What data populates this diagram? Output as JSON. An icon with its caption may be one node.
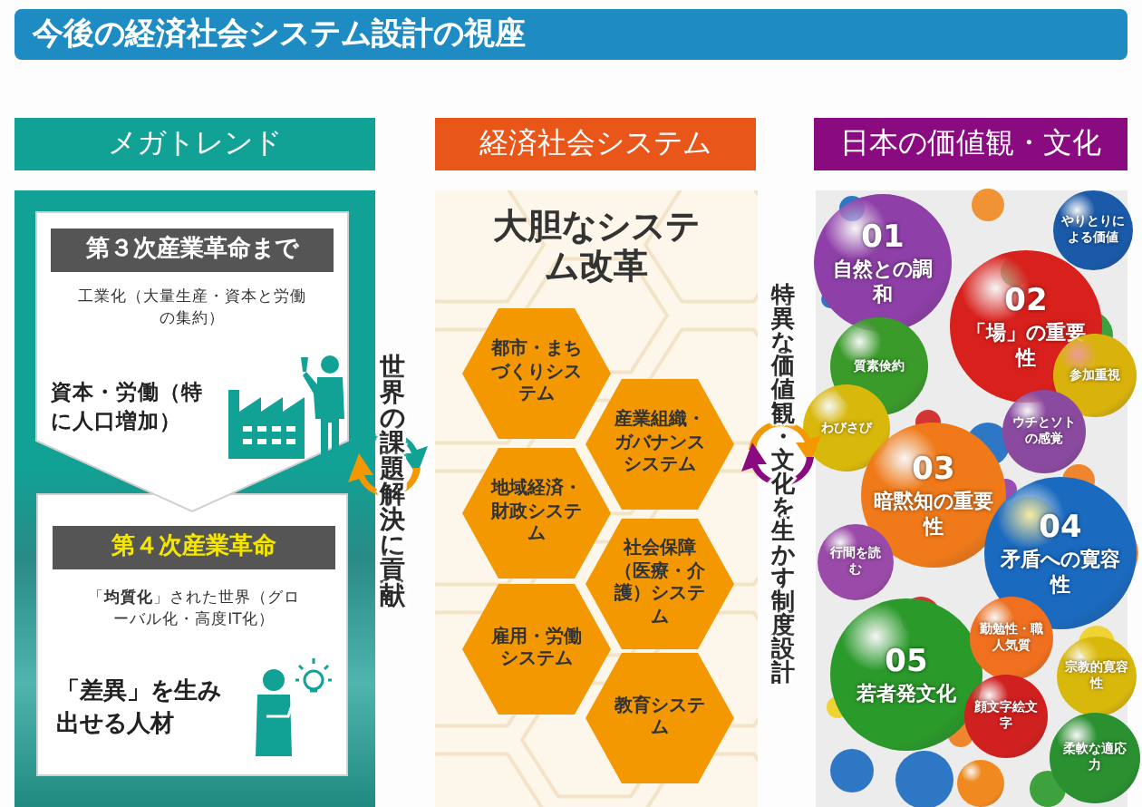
{
  "diagram": {
    "title": "今後の経済社会システム設計の視座",
    "nodes": [
      {
        "text": [
          "メガトレンド"
        ]
      },
      {
        "text": [
          "経済社会システム"
        ]
      },
      {
        "text": [
          "日本の価値観・文化"
        ]
      },
      {
        "text": [],
        "shape": "box"
      },
      {
        "text": [
          "第３次産業革命まで",
          "工業化（大量生産・資本と労働の集約）",
          "資本・労働（特に人口増加）"
        ],
        "in": 3
      },
      {
        "text": [
          "第４次産業革命",
          "「**均質化**」された世界（グローバル化・高度IT化）",
          "「差異」を生み出せる人材"
        ],
        "in": 3
      },
      {
        "text": [
          "大胆なシステム改革"
        ]
      },
      {
        "text": [
          "都市・まちづくりシステム"
        ],
        "in": 6
      },
      {
        "text": [
          "産業組織・ガバナンスシステム"
        ],
        "in": 6
      },
      {
        "text": [
          "地域経済・財政システム"
        ],
        "in": 6
      },
      {
        "text": [
          "社会保障（医療・介護）システム"
        ],
        "in": 6
      },
      {
        "text": [
          "雇用・労働システム"
        ],
        "in": 6
      },
      {
        "text": [
          "教育システム"
        ],
        "in": 6
      },
      {
        "text": [],
        "shape": "box"
      },
      {
        "text": [
          "01",
          "自然との調和"
        ],
        "in": 13
      },
      {
        "text": [
          "やりとりによる価値"
        ],
        "in": 13
      },
      {
        "text": [
          "02",
          "「場」の重要性"
        ],
        "in": 13
      },
      {
        "text": [
          "質素倹約"
        ],
        "in": 13
      },
      {
        "text": [
          "参加重視"
        ],
        "in": 13
      },
      {
        "text": [
          "わびさび"
        ],
        "in": 13
      },
      {
        "text": [
          "ウチとソトの感覚"
        ],
        "in": 13
      },
      {
        "text": [
          "03",
          "暗黙知の重要性"
        ],
        "in": 13
      },
      {
        "text": [
          "行間を読む"
        ]
      },
      {
        "text": [
          "04",
          "矛盾への寛容性"
        ],
        "in": 13
      },
      {
        "text": [
          "05",
          "若者発文化"
        ],
        "in": 13
      },
      {
        "text": [
          "勤勉性・職人気質"
        ],
        "in": 13
      },
      {
        "text": [
          "宗教的寛容性"
        ],
        "in": 13
      },
      {
        "text": [
          "顔文字絵文字"
        ],
        "in": 13
      },
      {
        "text": [
          "柔軟な適応力"
        ],
        "in": 13
      },
      {
        "text": [],
        "shape": "circle",
        "in": 13
      }
    ],
    "labels": [
      "世界の課題解決に貢献",
      "特異な価値観・文化を生かす制度設計"
    ]
  }
}
